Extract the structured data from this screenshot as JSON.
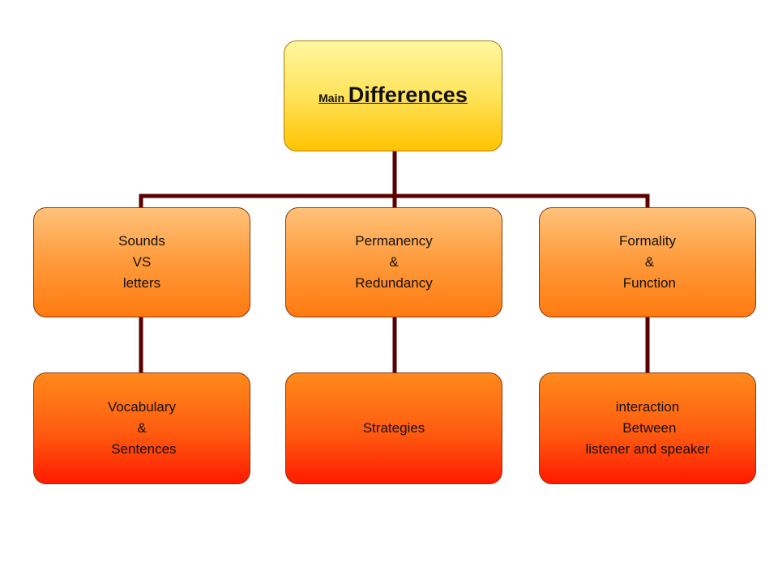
{
  "root": {
    "title_small": "Main",
    "title_big": "Differences"
  },
  "categories": [
    {
      "lines": [
        "Sounds",
        "VS",
        "letters"
      ],
      "child_lines": [
        "Vocabulary",
        "&",
        " Sentences"
      ]
    },
    {
      "lines": [
        "Permanency",
        "&",
        "Redundancy"
      ],
      "child_lines": [
        "Strategies"
      ]
    },
    {
      "lines": [
        "Formality",
        " &",
        " Function"
      ],
      "child_lines": [
        "interaction",
        " Between",
        "listener and speaker"
      ]
    }
  ],
  "colors": {
    "connector": "#5a0000",
    "root_fill": "#ffd21a",
    "category_fill": "#ff8c1a",
    "leaf_fill": "#ff3a00"
  }
}
